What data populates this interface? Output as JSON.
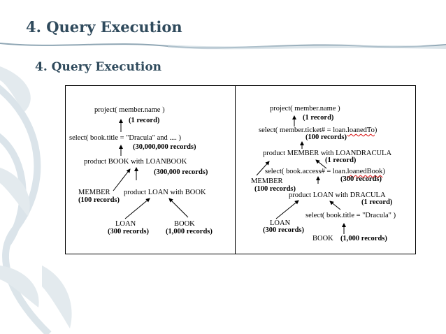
{
  "slide": {
    "title": "4. Query Execution",
    "subtitle": "4. Query Execution"
  },
  "left_tree": {
    "project": "project( member.name )",
    "project_count": "(1 record)",
    "select": "select( book.title = \"Dracula\" and .... )",
    "select_count": "(30,000,000 records)",
    "product_book": "product BOOK with LOANBOOK",
    "product_book_count": "(300,000 records)",
    "member": "MEMBER",
    "member_count": "(100 records)",
    "product_loan": "product LOAN with BOOK",
    "loan": "LOAN",
    "loan_count": "(300 records)",
    "book": "BOOK",
    "book_count": "(1,000 records)"
  },
  "right_tree": {
    "project": "project( member.name )",
    "project_count": "(1 record)",
    "select_member_prefix": "select( member.ticket# = loan.",
    "select_member_field": "loanedTo",
    "select_member_suffix": ")",
    "select_member_count": "(100 records)",
    "product_member": "product MEMBER with LOANDRACULA",
    "product_member_count": "(1 record)",
    "select_access_prefix": "select( book.access# = loan.",
    "select_access_field": "loanedBook",
    "select_access_suffix": ")",
    "select_access_count": "(300 records)",
    "member": "MEMBER",
    "member_count": "(100 records)",
    "product_loan": "product LOAN with DRACULA",
    "product_loan_count": "(1 record)",
    "select_title": "select( book.title = \"Dracula\" )",
    "loan": "LOAN",
    "loan_count": "(300 records)",
    "book": "BOOK",
    "book_count": "(1,000 records)"
  }
}
